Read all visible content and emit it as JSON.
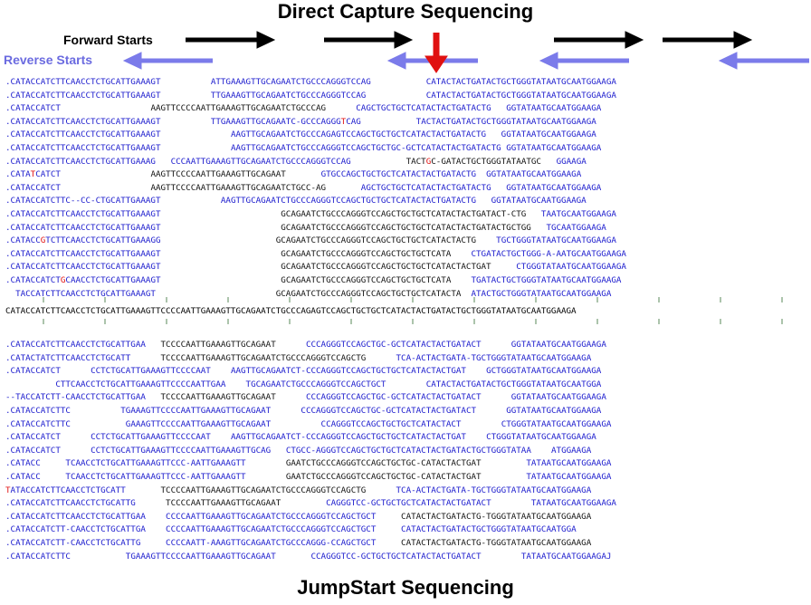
{
  "titles": {
    "top": "Direct Capture Sequencing",
    "bottom": "JumpStart Sequencing"
  },
  "legend": {
    "forward": "Forward Starts",
    "reverse": "Reverse Starts"
  },
  "colors": {
    "forward_arrow": "#000000",
    "reverse_arrow": "#7b7bea",
    "marker_arrow": "#e01010",
    "read_text": "#1a1acd",
    "reference_text": "#000000",
    "variant_text": "#e01010"
  },
  "reference": "CATACCATCTTCAACCTCTGCATTGAAAGTTCCCCAATTGAAAGTTGCAGAATCTGCCCAGAGTCCAGCTGCTGCTCATACTACTGATACTGCTGGGTATAATGCAATGGAAGA",
  "direct_reads": [
    [
      [
        ".CATACCATCTTCAACCTCTGCATTGAAAGT",
        "f"
      ],
      [
        "          ",
        "f"
      ],
      [
        "ATTGAAAGTTGCAGAATCTGCCCAGGGTCCAG",
        "f"
      ],
      [
        "           ",
        "f"
      ],
      [
        "CATACTACTGATACTGCTGGGTATAATGCAATGGAAGA",
        "f"
      ]
    ],
    [
      [
        ".CATACCATCTTCAACCTCTGCATTGAAAGT",
        "f"
      ],
      [
        "          ",
        "f"
      ],
      [
        "TTGAAAGTTGCAGAATCTGCCCAGGGTCCAG",
        "f"
      ],
      [
        "            ",
        "f"
      ],
      [
        "CATACTACTGATACTGCTGGGTATAATGCAATGGAAGA",
        "f"
      ]
    ],
    [
      [
        ".CATACCATCT",
        "f"
      ],
      [
        "                  ",
        "f"
      ],
      [
        "AAGTTCCCCAATTGAAAGTTGCAGAATCTGCCCAG",
        "k"
      ],
      [
        "      ",
        "f"
      ],
      [
        "CAGCTGCTGCTCATACTACTGATACTG",
        "f"
      ],
      [
        "   ",
        "f"
      ],
      [
        "GGTATAATGCAATGGAAGA",
        "f"
      ]
    ],
    [
      [
        ".CATACCATCTTCAACCTCTGCATTGAAAGT",
        "f"
      ],
      [
        "          ",
        "f"
      ],
      [
        "TTGAAAGTTGCAGAATC-GCCCAGGG",
        "f"
      ],
      [
        "T",
        "r"
      ],
      [
        "CAG",
        "f"
      ],
      [
        "           ",
        "f"
      ],
      [
        "TACTACTGATACTGCTGGGTATAATGCAATGGAAGA",
        "f"
      ]
    ],
    [
      [
        ".CATACCATCTTCAACCTCTGCATTGAAAGT",
        "f"
      ],
      [
        "              ",
        "f"
      ],
      [
        "AAGTTGCAGAATCTGCCCAGAGTCCAGCTGCTGCTCATACTACTGATACTG",
        "f"
      ],
      [
        "   ",
        "f"
      ],
      [
        "GGTATAATGCAATGGAAGA",
        "f"
      ]
    ],
    [
      [
        ".CATACCATCTTCAACCTCTGCATTGAAAGT",
        "f"
      ],
      [
        "              ",
        "f"
      ],
      [
        "AAGTTGCAGAATCTGCCCAGGGTCCAGCTGCTGC-GCTCATACTACTGATACTG",
        "f"
      ],
      [
        " ",
        "f"
      ],
      [
        "GGTATAATGCAATGGAAGA",
        "f"
      ]
    ],
    [
      [
        ".CATACCATCTTCAACCTCTGCATTGAAAG",
        "f"
      ],
      [
        "   ",
        "f"
      ],
      [
        "CCCAATTGAAAGTTGCAGAATCTGCCCAGGGTCCAG",
        "f"
      ],
      [
        "           ",
        "f"
      ],
      [
        "TACT",
        "k"
      ],
      [
        "G",
        "r"
      ],
      [
        "C-GATACTGCTGGGTATAATGC",
        "k"
      ],
      [
        "   ",
        "f"
      ],
      [
        "GGAAGA",
        "f"
      ]
    ],
    [
      [
        ".CATA",
        "f"
      ],
      [
        "T",
        "r"
      ],
      [
        "CATCT",
        "f"
      ],
      [
        "                  ",
        "f"
      ],
      [
        "AAGTTCCCCAATTGAAAGTTGCAGAAT",
        "k"
      ],
      [
        "       ",
        "f"
      ],
      [
        "GTGCCAGCTGCTGCTCATACTACTGATACTG",
        "f"
      ],
      [
        "  ",
        "f"
      ],
      [
        "GGTATAATGCAATGGAAGA",
        "f"
      ]
    ],
    [
      [
        ".CATACCATCT",
        "f"
      ],
      [
        "                  ",
        "f"
      ],
      [
        "AAGTTCCCCAATTGAAAGTTGCAGAATCTGCC-AG",
        "k"
      ],
      [
        "       ",
        "f"
      ],
      [
        "AGCTGCTGCTCATACTACTGATACTG",
        "f"
      ],
      [
        "   ",
        "f"
      ],
      [
        "GGTATAATGCAATGGAAGA",
        "f"
      ]
    ],
    [
      [
        ".CATACCATCTTC--CC-CTGCATTGAAAGT",
        "f"
      ],
      [
        "            ",
        "f"
      ],
      [
        "AAGTTGCAGAATCTGCCCAGGGTCCAGCTGCTGCTCATACTACTGATACTG",
        "f"
      ],
      [
        "   ",
        "f"
      ],
      [
        "GGTATAATGCAATGGAAGA",
        "f"
      ]
    ],
    [
      [
        ".CATACCATCTTCAACCTCTGCATTGAAAGT",
        "f"
      ],
      [
        "                        ",
        "f"
      ],
      [
        "GCAGAATCTGCCCAGGGTCCAGCTGCTGCTCATACTACTGATACT-CTG",
        "k"
      ],
      [
        "   ",
        "f"
      ],
      [
        "TAATGCAATGGAAGA",
        "f"
      ]
    ],
    [
      [
        ".CATACCATCTTCAACCTCTGCATTGAAAGT",
        "f"
      ],
      [
        "                        ",
        "f"
      ],
      [
        "GCAGAATCTGCCCAGGGTCCAGCTGCTGCTCATACTACTGATACTGCTGG",
        "k"
      ],
      [
        "   ",
        "f"
      ],
      [
        "TGCAATGGAAGA",
        "f"
      ]
    ],
    [
      [
        ".CATACC",
        "f"
      ],
      [
        "G",
        "r"
      ],
      [
        "TCTTCAACCTCTGCATTGAAAGG",
        "f"
      ],
      [
        "                       ",
        "f"
      ],
      [
        "GCAGAATCTGCCCAGGGTCCAGCTGCTGCTCATACTACTG",
        "k"
      ],
      [
        "    ",
        "f"
      ],
      [
        "TGCTGGGTATAATGCAATGGAAGA",
        "f"
      ]
    ],
    [
      [
        ".CATACCATCTTCAACCTCTGCATTGAAAGT",
        "f"
      ],
      [
        "                        ",
        "f"
      ],
      [
        "GCAGAATCTGCCCAGGGTCCAGCTGCTGCTCATA",
        "k"
      ],
      [
        "    ",
        "f"
      ],
      [
        "CTGATACTGCTGGG-A-AATGCAATGGAAGA",
        "f"
      ]
    ],
    [
      [
        ".CATACCATCTTCAACCTCTGCATTGAAAGT",
        "f"
      ],
      [
        "                        ",
        "f"
      ],
      [
        "GCAGAATCTGCCCAGGGTCCAGCTGCTGCTCATACTACTGAT",
        "k"
      ],
      [
        "     ",
        "f"
      ],
      [
        "CTGGGTATAATGCAATGGAAGA",
        "f"
      ]
    ],
    [
      [
        ".CATACCATCT",
        "f"
      ],
      [
        "G",
        "r"
      ],
      [
        "CAACCTCTGCATTGAAAGT",
        "f"
      ],
      [
        "                        ",
        "f"
      ],
      [
        "GCAGAATCTGCCCAGGGTCCAGCTGCTGCTCATA",
        "k"
      ],
      [
        "    ",
        "f"
      ],
      [
        "TGATACTGCTGGGTATAATGCAATGGAAGA",
        "f"
      ]
    ],
    [
      [
        "  TACCATCTTCAACCTCTGCATTGAAAGT",
        "f"
      ],
      [
        "                        ",
        "f"
      ],
      [
        "GCAGAATCTGCCCAGGGTCCAGCTGCTGCTCATACTA",
        "k"
      ],
      [
        "  ",
        "f"
      ],
      [
        "ATACTGCTGGGTATAATGCAATGGAAGA",
        "f"
      ]
    ]
  ],
  "jump_reads": [
    [
      [
        ".CATACCATCTTCAACCTCTGCATTGAA",
        "f"
      ],
      [
        "   ",
        "f"
      ],
      [
        "TCCCCAATTGAAAGTTGCAGAAT",
        "k"
      ],
      [
        "      ",
        "f"
      ],
      [
        "CCCAGGGTCCAGCTGC-GCTCATACTACTGATACT",
        "f"
      ],
      [
        "      ",
        "f"
      ],
      [
        "GGTATAATGCAATGGAAGA",
        "f"
      ]
    ],
    [
      [
        ".CATACTATCTTCAACCTCTGCATT",
        "f"
      ],
      [
        "      ",
        "f"
      ],
      [
        "TCCCCAATTGAAAGTTGCAGAATCTGCCCAGGGTCCAGCTG",
        "k"
      ],
      [
        "      ",
        "f"
      ],
      [
        "TCA-ACTACTGATA-TGCTGGGTATAATGCAATGGAAGA",
        "f"
      ]
    ],
    [
      [
        ".CATACCATCT",
        "f"
      ],
      [
        "      ",
        "f"
      ],
      [
        "CCTCTGCATTGAAAGTTCCCCAAT",
        "f"
      ],
      [
        "    ",
        "f"
      ],
      [
        "AAGTTGCAGAATCT-CCCAGGGTCCAGCTGCTGCTCATACTACTGAT",
        "f"
      ],
      [
        "    ",
        "f"
      ],
      [
        "GCTGGGTATAATGCAATGGAAGA",
        "f"
      ]
    ],
    [
      [
        "          ",
        "f"
      ],
      [
        "CTTCAACCTCTGCATTGAAAGTTCCCCAATTGAA",
        "f"
      ],
      [
        "    ",
        "f"
      ],
      [
        "TGCAGAATCTGCCCAGGGTCCAGCTGCT",
        "f"
      ],
      [
        "        ",
        "f"
      ],
      [
        "CATACTACTGATACTGCTGGGTATAATGCAATGGA",
        "f"
      ]
    ],
    [
      [
        "--TACCATCTT-CAACCTCTGCATTGAA",
        "f"
      ],
      [
        "   ",
        "f"
      ],
      [
        "TCCCCAATTGAAAGTTGCAGAAT",
        "k"
      ],
      [
        "      ",
        "f"
      ],
      [
        "CCCAGGGTCCAGCTGC-GCTCATACTACTGATACT",
        "f"
      ],
      [
        "      ",
        "f"
      ],
      [
        "GGTATAATGCAATGGAAGA",
        "f"
      ]
    ],
    [
      [
        ".CATACCATCTTC",
        "f"
      ],
      [
        "          ",
        "f"
      ],
      [
        "TGAAAGTTCCCCAATTGAAAGTTGCAGAAT",
        "f"
      ],
      [
        "      ",
        "f"
      ],
      [
        "CCCAGGGTCCAGCTGC-GCTCATACTACTGATACT",
        "f"
      ],
      [
        "      ",
        "f"
      ],
      [
        "GGTATAATGCAATGGAAGA",
        "f"
      ]
    ],
    [
      [
        ".CATACCATCTTC",
        "f"
      ],
      [
        "           ",
        "f"
      ],
      [
        "GAAAGTTCCCCAATTGAAAGTTGCAGAAT",
        "f"
      ],
      [
        "          ",
        "f"
      ],
      [
        "CCAGGGTCCAGCTGCTGCTCATACTACT",
        "f"
      ],
      [
        "        ",
        "f"
      ],
      [
        "CTGGGTATAATGCAATGGAAGA",
        "f"
      ]
    ],
    [
      [
        ".CATACCATCT",
        "f"
      ],
      [
        "      ",
        "f"
      ],
      [
        "CCTCTGCATTGAAAGTTCCCCAAT",
        "f"
      ],
      [
        "    ",
        "f"
      ],
      [
        "AAGTTGCAGAATCT-CCCAGGGTCCAGCTGCTGCTCATACTACTGAT",
        "f"
      ],
      [
        "    ",
        "f"
      ],
      [
        "CTGGGTATAATGCAATGGAAGA",
        "f"
      ]
    ],
    [
      [
        ".CATACCATCT",
        "f"
      ],
      [
        "      ",
        "f"
      ],
      [
        "CCTCTGCATTGAAAGTTCCCCAATTGAAAGTTGCAG",
        "f"
      ],
      [
        "   ",
        "f"
      ],
      [
        "CTGCC-AGGGTCCAGCTGCTGCTCATACTACTGATACTGCTGGGTATAA",
        "f"
      ],
      [
        "    ",
        "f"
      ],
      [
        "ATGGAAGA",
        "f"
      ]
    ],
    [
      [
        ".CATACC",
        "f"
      ],
      [
        "     ",
        "f"
      ],
      [
        "TCAACCTCTGCATTGAAAGTTCCC-AATTGAAAGTT",
        "f"
      ],
      [
        "        ",
        "f"
      ],
      [
        "GAATCTGCCCAGGGTCCAGCTGCTGC-CATACTACTGAT",
        "k"
      ],
      [
        "         ",
        "f"
      ],
      [
        "TATAATGCAATGGAAGA",
        "f"
      ]
    ],
    [
      [
        ".CATACC",
        "f"
      ],
      [
        "     ",
        "f"
      ],
      [
        "TCAACCTCTGCATTGAAAGTTCCC-AATTGAAAGTT",
        "f"
      ],
      [
        "        ",
        "f"
      ],
      [
        "GAATCTGCCCAGGGTCCAGCTGCTGC-CATACTACTGAT",
        "k"
      ],
      [
        "         ",
        "f"
      ],
      [
        "TATAATGCAATGGAAGA",
        "f"
      ]
    ],
    [
      [
        "T",
        "r"
      ],
      [
        "ATACCATCTTCAACCTCTGCATT",
        "f"
      ],
      [
        "       ",
        "f"
      ],
      [
        "TCCCCAATTGAAAGTTGCAGAATCTGCCCAGGGTCCAGCTG",
        "k"
      ],
      [
        "      ",
        "f"
      ],
      [
        "TCA-ACTACTGATA-TGCTGGGTATAATGCAATGGAAGA",
        "f"
      ]
    ],
    [
      [
        ".CATACCATCTTCAACCTCTGCATTG",
        "f"
      ],
      [
        "      ",
        "f"
      ],
      [
        "TCCCCAATTGAAAGTTGCAGAAT",
        "k"
      ],
      [
        "         ",
        "f"
      ],
      [
        "CAGGGTCC-GCTGCTGCTCATACTACTGATACT",
        "f"
      ],
      [
        "        ",
        "f"
      ],
      [
        "TATAATGCAATGGAAGA",
        "f"
      ]
    ],
    [
      [
        ".CATACCATCTTCAACCTCTGCATTGAA",
        "f"
      ],
      [
        "    ",
        "f"
      ],
      [
        "CCCCAATTGAAAGTTGCAGAATCTGCCCAGGGTCCAGCTGCT",
        "f"
      ],
      [
        "     ",
        "f"
      ],
      [
        "CATACTACTGATACTG-TGGGTATAATGCAATGGAAGA",
        "k"
      ]
    ],
    [
      [
        ".CATACCATCTT-CAACCTCTGCATTGA",
        "f"
      ],
      [
        "    ",
        "f"
      ],
      [
        "CCCCAATTGAAAGTTGCAGAATCTGCCCAGGGTCCAGCTGCT",
        "f"
      ],
      [
        "     ",
        "f"
      ],
      [
        "CATACTACTGATACTGCTGGGTATAATGCAATGGA",
        "f"
      ]
    ],
    [
      [
        ".CATACCATCTT-CAACCTCTGCATTG",
        "f"
      ],
      [
        "     ",
        "f"
      ],
      [
        "CCCCAATT-AAAGTTGCAGAATCTGCCCAGGG-CCAGCTGCT",
        "f"
      ],
      [
        "     ",
        "f"
      ],
      [
        "CATACTACTGATACTG-TGGGTATAATGCAATGGAAGA",
        "k"
      ]
    ],
    [
      [
        ".CATACCATCTTC",
        "f"
      ],
      [
        "           ",
        "f"
      ],
      [
        "TGAAAGTTCCCCAATTGAAAGTTGCAGAAT",
        "f"
      ],
      [
        "       ",
        "f"
      ],
      [
        "CCAGGGTCC-GCTGCTGCTCATACTACTGATACT",
        "f"
      ],
      [
        "        ",
        "f"
      ],
      [
        "TATAATGCAATGGAAGAJ",
        "f"
      ]
    ]
  ]
}
